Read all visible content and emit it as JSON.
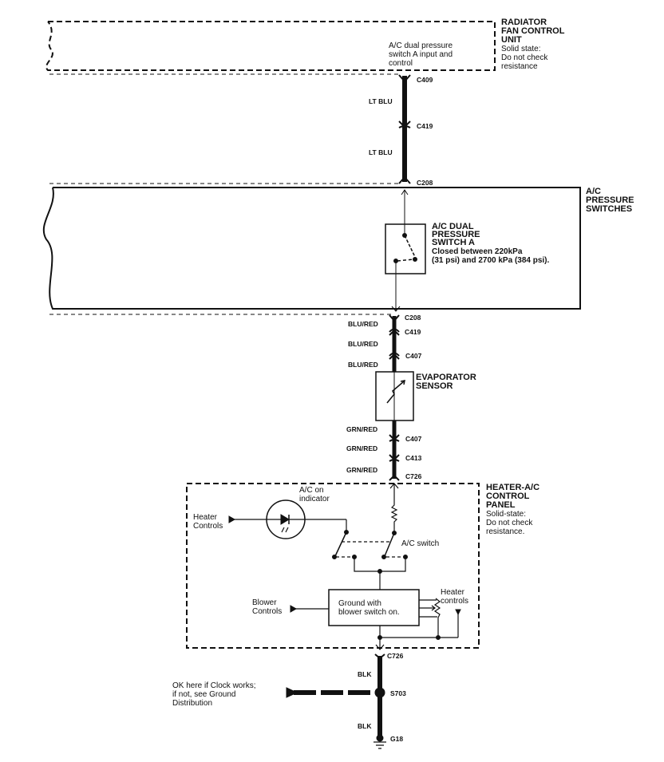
{
  "components": {
    "radiator_fan_control_unit": {
      "title": [
        "RADIATOR",
        "FAN CONTROL",
        "UNIT"
      ],
      "note": [
        "Solid state:",
        "Do not check",
        "resistance"
      ],
      "pin_label": [
        "A/C dual pressure",
        "switch A input and",
        "control"
      ]
    },
    "ac_pressure_switches": {
      "title": [
        "A/C",
        "PRESSURE",
        "SWITCHES"
      ]
    },
    "ac_dual_pressure_switch_a": {
      "title": [
        "A/C DUAL",
        "PRESSURE",
        "SWITCH A"
      ],
      "note": [
        "Closed between 220kPa",
        "(31 psi) and 2700 kPa (384 psi)."
      ]
    },
    "evaporator_sensor": {
      "title": [
        "EVAPORATOR",
        "SENSOR"
      ]
    },
    "heater_ac_control_panel": {
      "title": [
        "HEATER-A/C",
        "CONTROL",
        "PANEL"
      ],
      "note": [
        "Solid-state:",
        "Do not check",
        "resistance."
      ],
      "ac_on_indicator": [
        "A/C on",
        "indicator"
      ],
      "heater_controls_left": [
        "Heater",
        "Controls"
      ],
      "ac_switch": "A/C switch",
      "blower_controls": [
        "Blower",
        "Controls"
      ],
      "ground_box": [
        "Ground with",
        "blower switch on."
      ],
      "heater_controls_right": [
        "Heater",
        "controls"
      ]
    }
  },
  "connectors": {
    "c409": "C409",
    "c419_top": "C419",
    "c208_top": "C208",
    "c208_bottom": "C208",
    "c419_bottom": "C419",
    "c407_upper": "C407",
    "c407_lower": "C407",
    "c413": "C413",
    "c726_top": "C726",
    "c726_bottom": "C726",
    "s703": "S703",
    "g18": "G18"
  },
  "wires": {
    "lt_blu_1": "LT BLU",
    "lt_blu_2": "LT BLU",
    "blu_red_1": "BLU/RED",
    "blu_red_2": "BLU/RED",
    "blu_red_3": "BLU/RED",
    "grn_red_1": "GRN/RED",
    "grn_red_2": "GRN/RED",
    "grn_red_3": "GRN/RED",
    "blk_1": "BLK",
    "blk_2": "BLK"
  },
  "ground_note": [
    "OK here if Clock works;",
    "if not, see Ground",
    "Distribution"
  ]
}
